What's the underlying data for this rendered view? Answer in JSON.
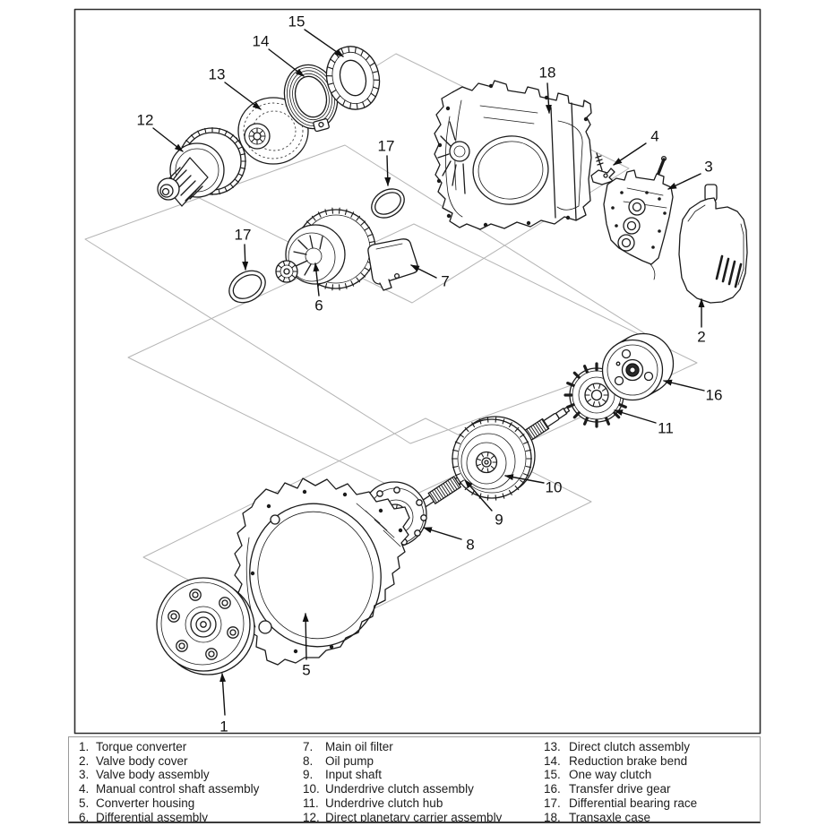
{
  "diagram": {
    "callouts": {
      "c1": "1",
      "c2": "2",
      "c3": "3",
      "c4": "4",
      "c5": "5",
      "c6": "6",
      "c7": "7",
      "c8": "8",
      "c9": "9",
      "c10": "10",
      "c11": "11",
      "c12": "12",
      "c13": "13",
      "c14": "14",
      "c15": "15",
      "c16": "16",
      "c17a": "17",
      "c17b": "17",
      "c18": "18"
    }
  },
  "legend": {
    "items": [
      {
        "num": "1.",
        "text": "Torque converter"
      },
      {
        "num": "2.",
        "text": "Valve body cover"
      },
      {
        "num": "3.",
        "text": "Valve body assembly"
      },
      {
        "num": "4.",
        "text": "Manual control shaft assembly"
      },
      {
        "num": "5.",
        "text": "Converter housing"
      },
      {
        "num": "6.",
        "text": "Differential assembly"
      },
      {
        "num": "7.",
        "text": "Main oil filter"
      },
      {
        "num": "8.",
        "text": "Oil pump"
      },
      {
        "num": "9.",
        "text": "Input shaft"
      },
      {
        "num": "10.",
        "text": "Underdrive clutch assembly"
      },
      {
        "num": "11.",
        "text": "Underdrive clutch hub"
      },
      {
        "num": "12.",
        "text": "Direct planetary carrier assembly"
      },
      {
        "num": "13.",
        "text": "Direct clutch assembly"
      },
      {
        "num": "14.",
        "text": "Reduction brake bend"
      },
      {
        "num": "15.",
        "text": "One way clutch"
      },
      {
        "num": "16.",
        "text": "Transfer drive gear"
      },
      {
        "num": "17.",
        "text": "Differential bearing race"
      },
      {
        "num": "18.",
        "text": "Transaxle case"
      }
    ]
  }
}
